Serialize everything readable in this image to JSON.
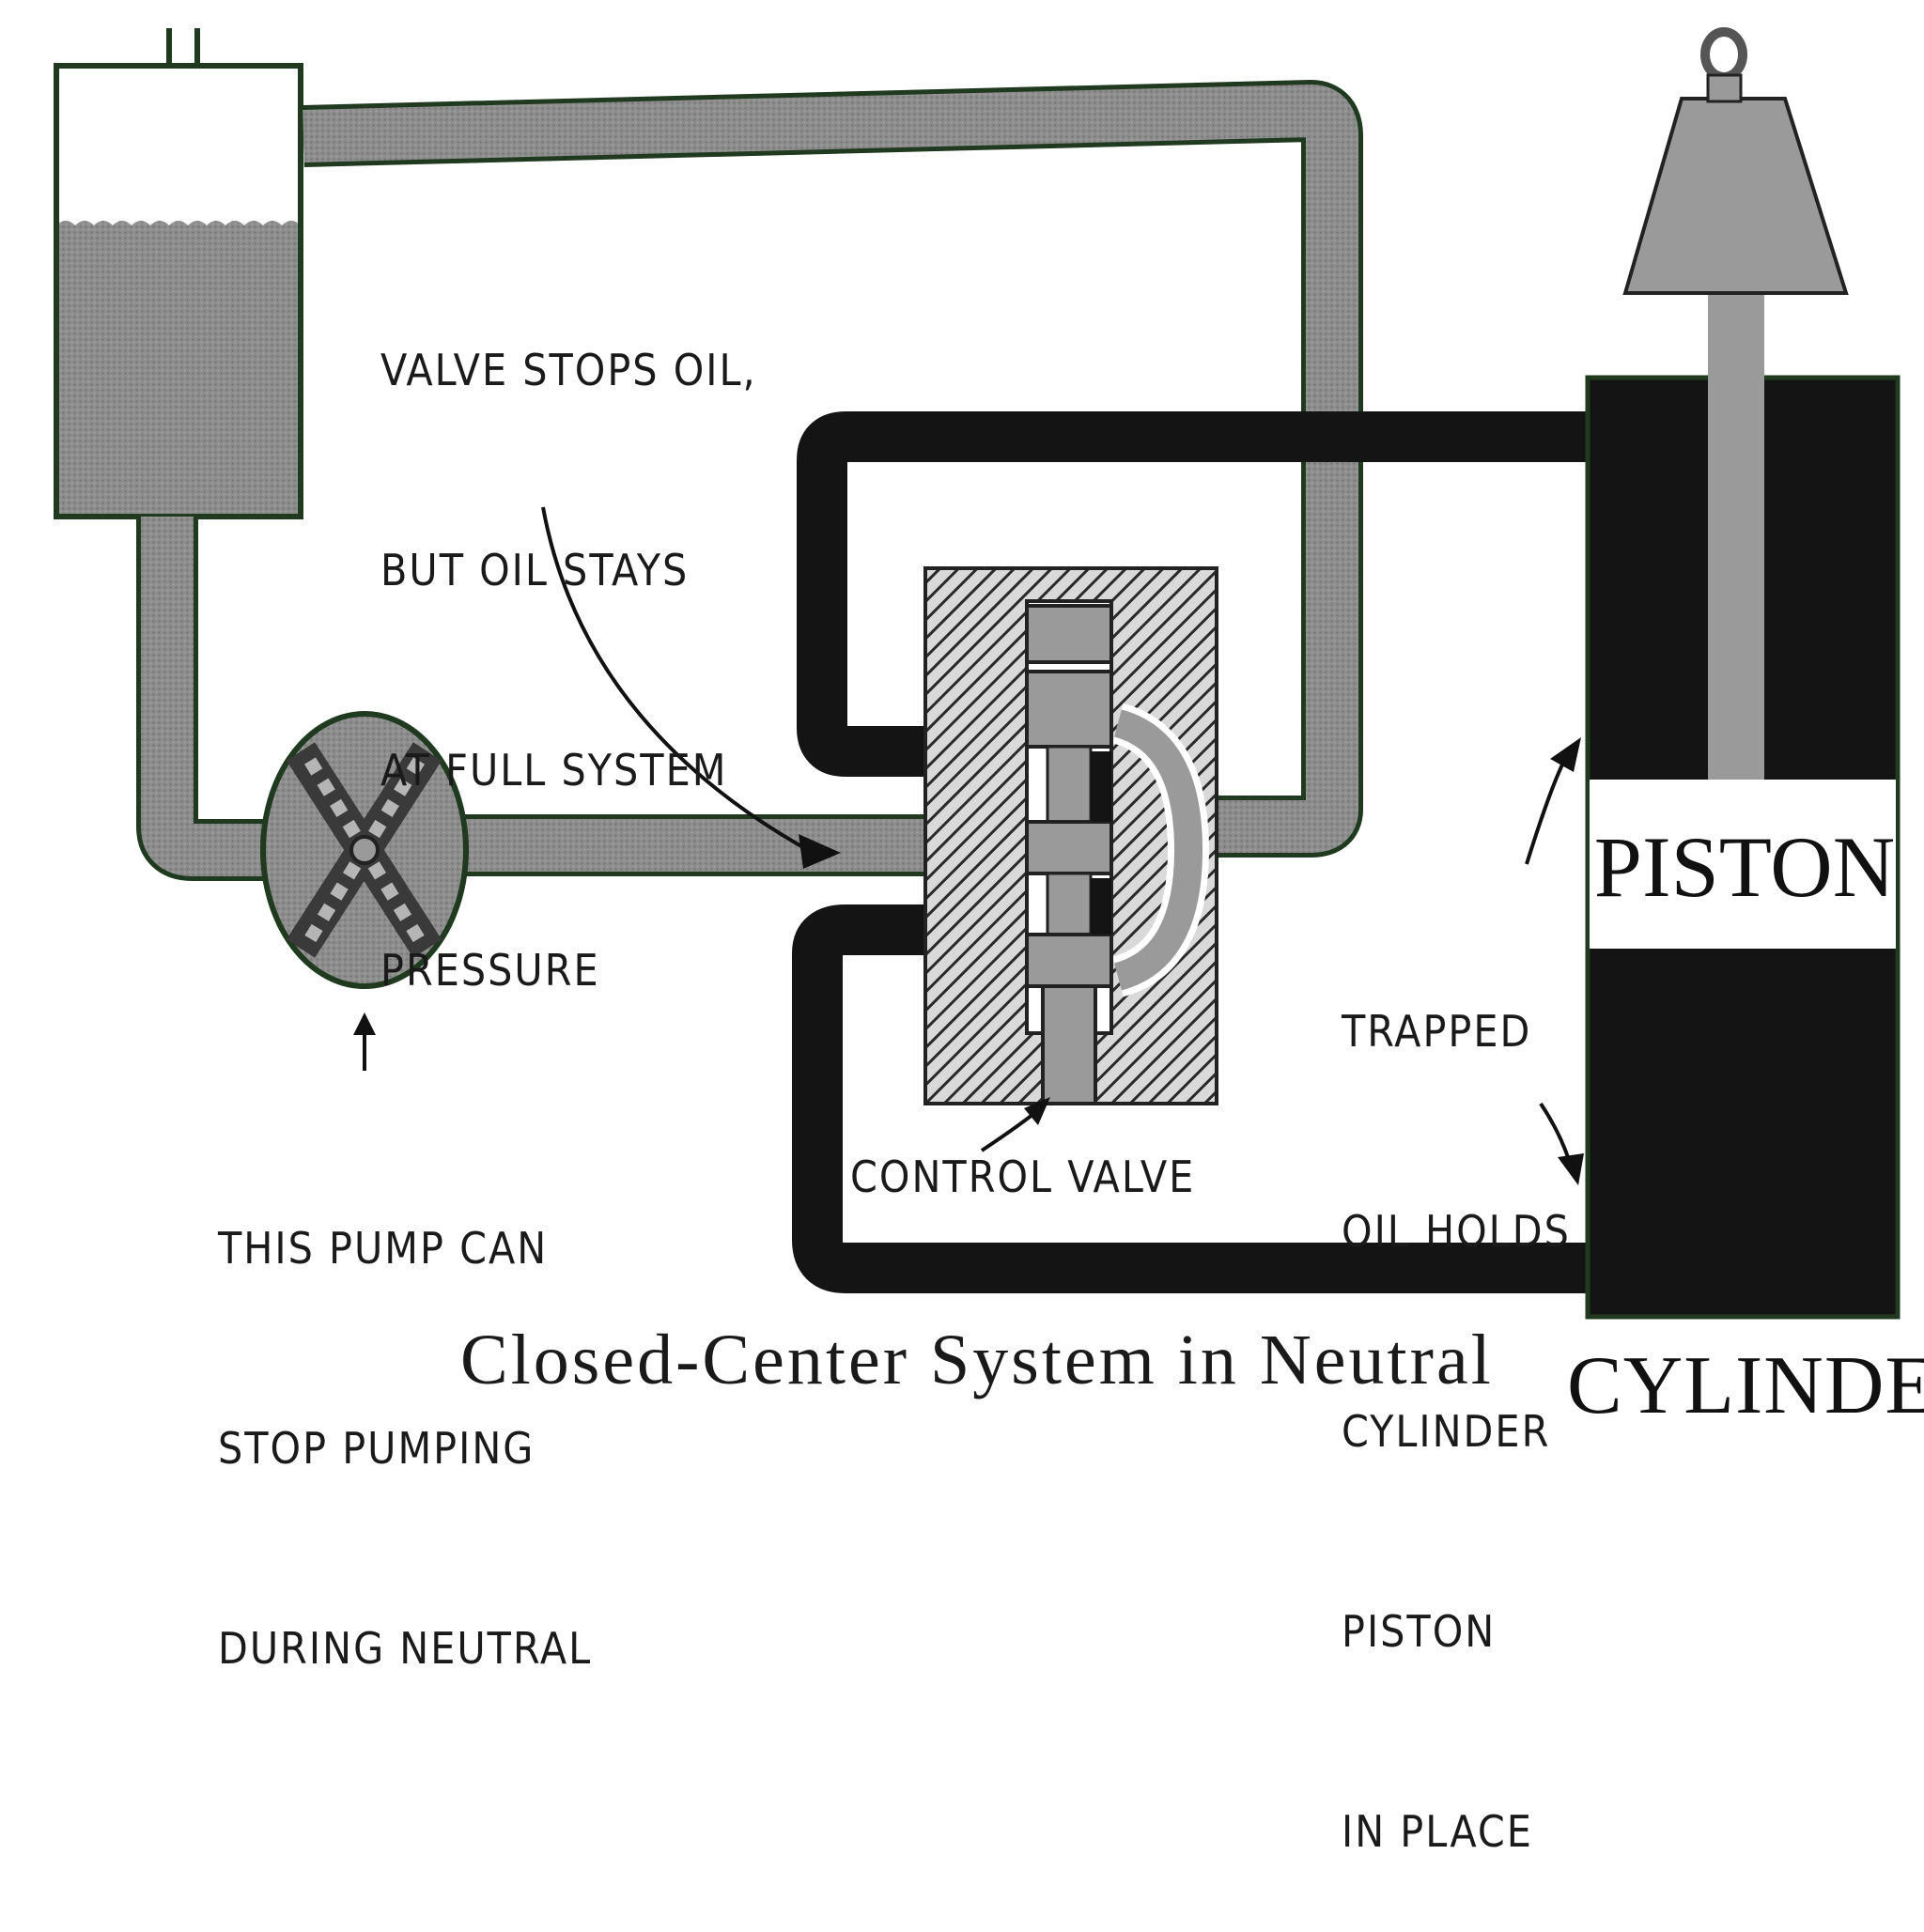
{
  "labels": {
    "valve_note": [
      "VALVE STOPS OIL,",
      "BUT OIL STAYS",
      "AT FULL SYSTEM",
      "PRESSURE"
    ],
    "pump_note": [
      "THIS PUMP CAN",
      "STOP PUMPING",
      "DURING NEUTRAL"
    ],
    "trapped_note": [
      "TRAPPED",
      "OIL HOLDS",
      "CYLINDER",
      "PISTON",
      "IN PLACE"
    ],
    "control_valve": "CONTROL VALVE",
    "piston": "PISTON",
    "cylinder": "CYLINDER",
    "caption": "Closed-Center System in Neutral"
  },
  "colors": {
    "oil_low_pressure": "#8e8e8e",
    "oil_high_pressure": "#141414",
    "outline": "#1f3a1f",
    "steel": "#9a9a9a"
  }
}
